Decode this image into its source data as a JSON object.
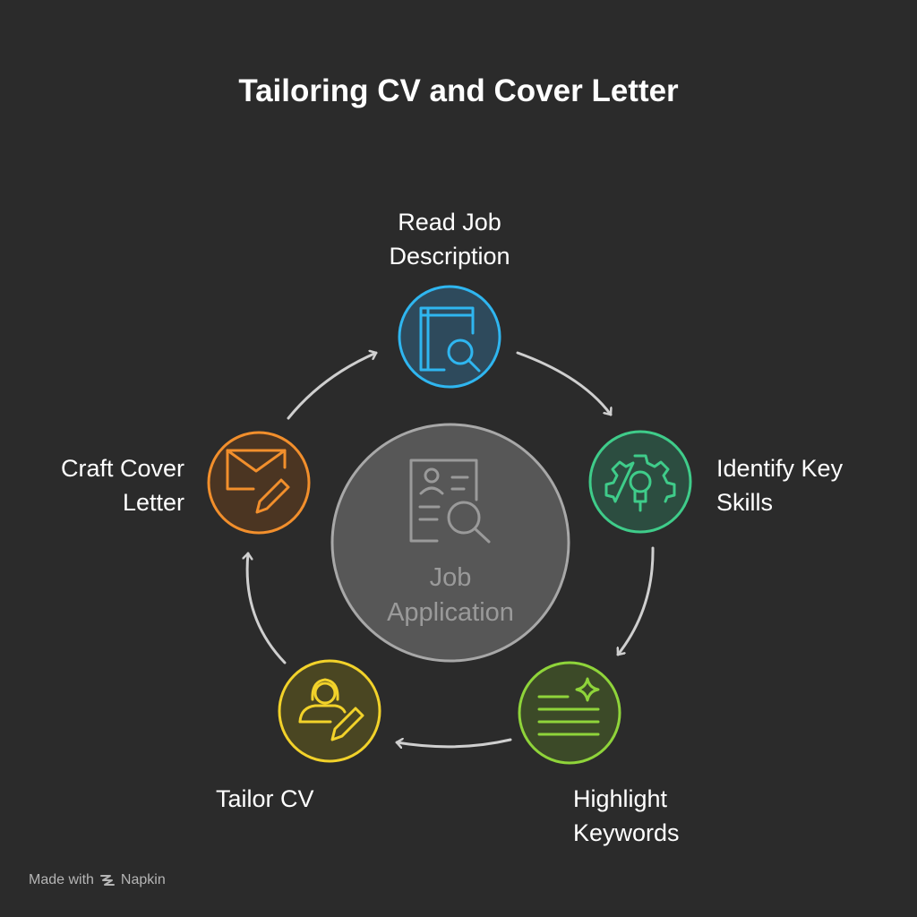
{
  "title": "Tailoring CV and Cover Letter",
  "center": {
    "label_line1": "Job",
    "label_line2": "Application",
    "icon": "resume-search-icon"
  },
  "steps": [
    {
      "label_line1": "Read Job",
      "label_line2": "Description",
      "icon": "book-search-icon",
      "color": "#2fb6f0"
    },
    {
      "label_line1": "Identify Key",
      "label_line2": "Skills",
      "icon": "gear-bulb-icon",
      "color": "#3fcc8a"
    },
    {
      "label_line1": "Highlight",
      "label_line2": "Keywords",
      "icon": "text-sparkle-icon",
      "color": "#8fd43a"
    },
    {
      "label_line1": "Tailor CV",
      "label_line2": "",
      "icon": "person-pencil-icon",
      "color": "#f2d22a"
    },
    {
      "label_line1": "Craft Cover",
      "label_line2": "Letter",
      "icon": "envelope-pencil-icon",
      "color": "#f28f2c"
    }
  ],
  "footer": {
    "prefix": "Made with",
    "brand": "Napkin"
  }
}
